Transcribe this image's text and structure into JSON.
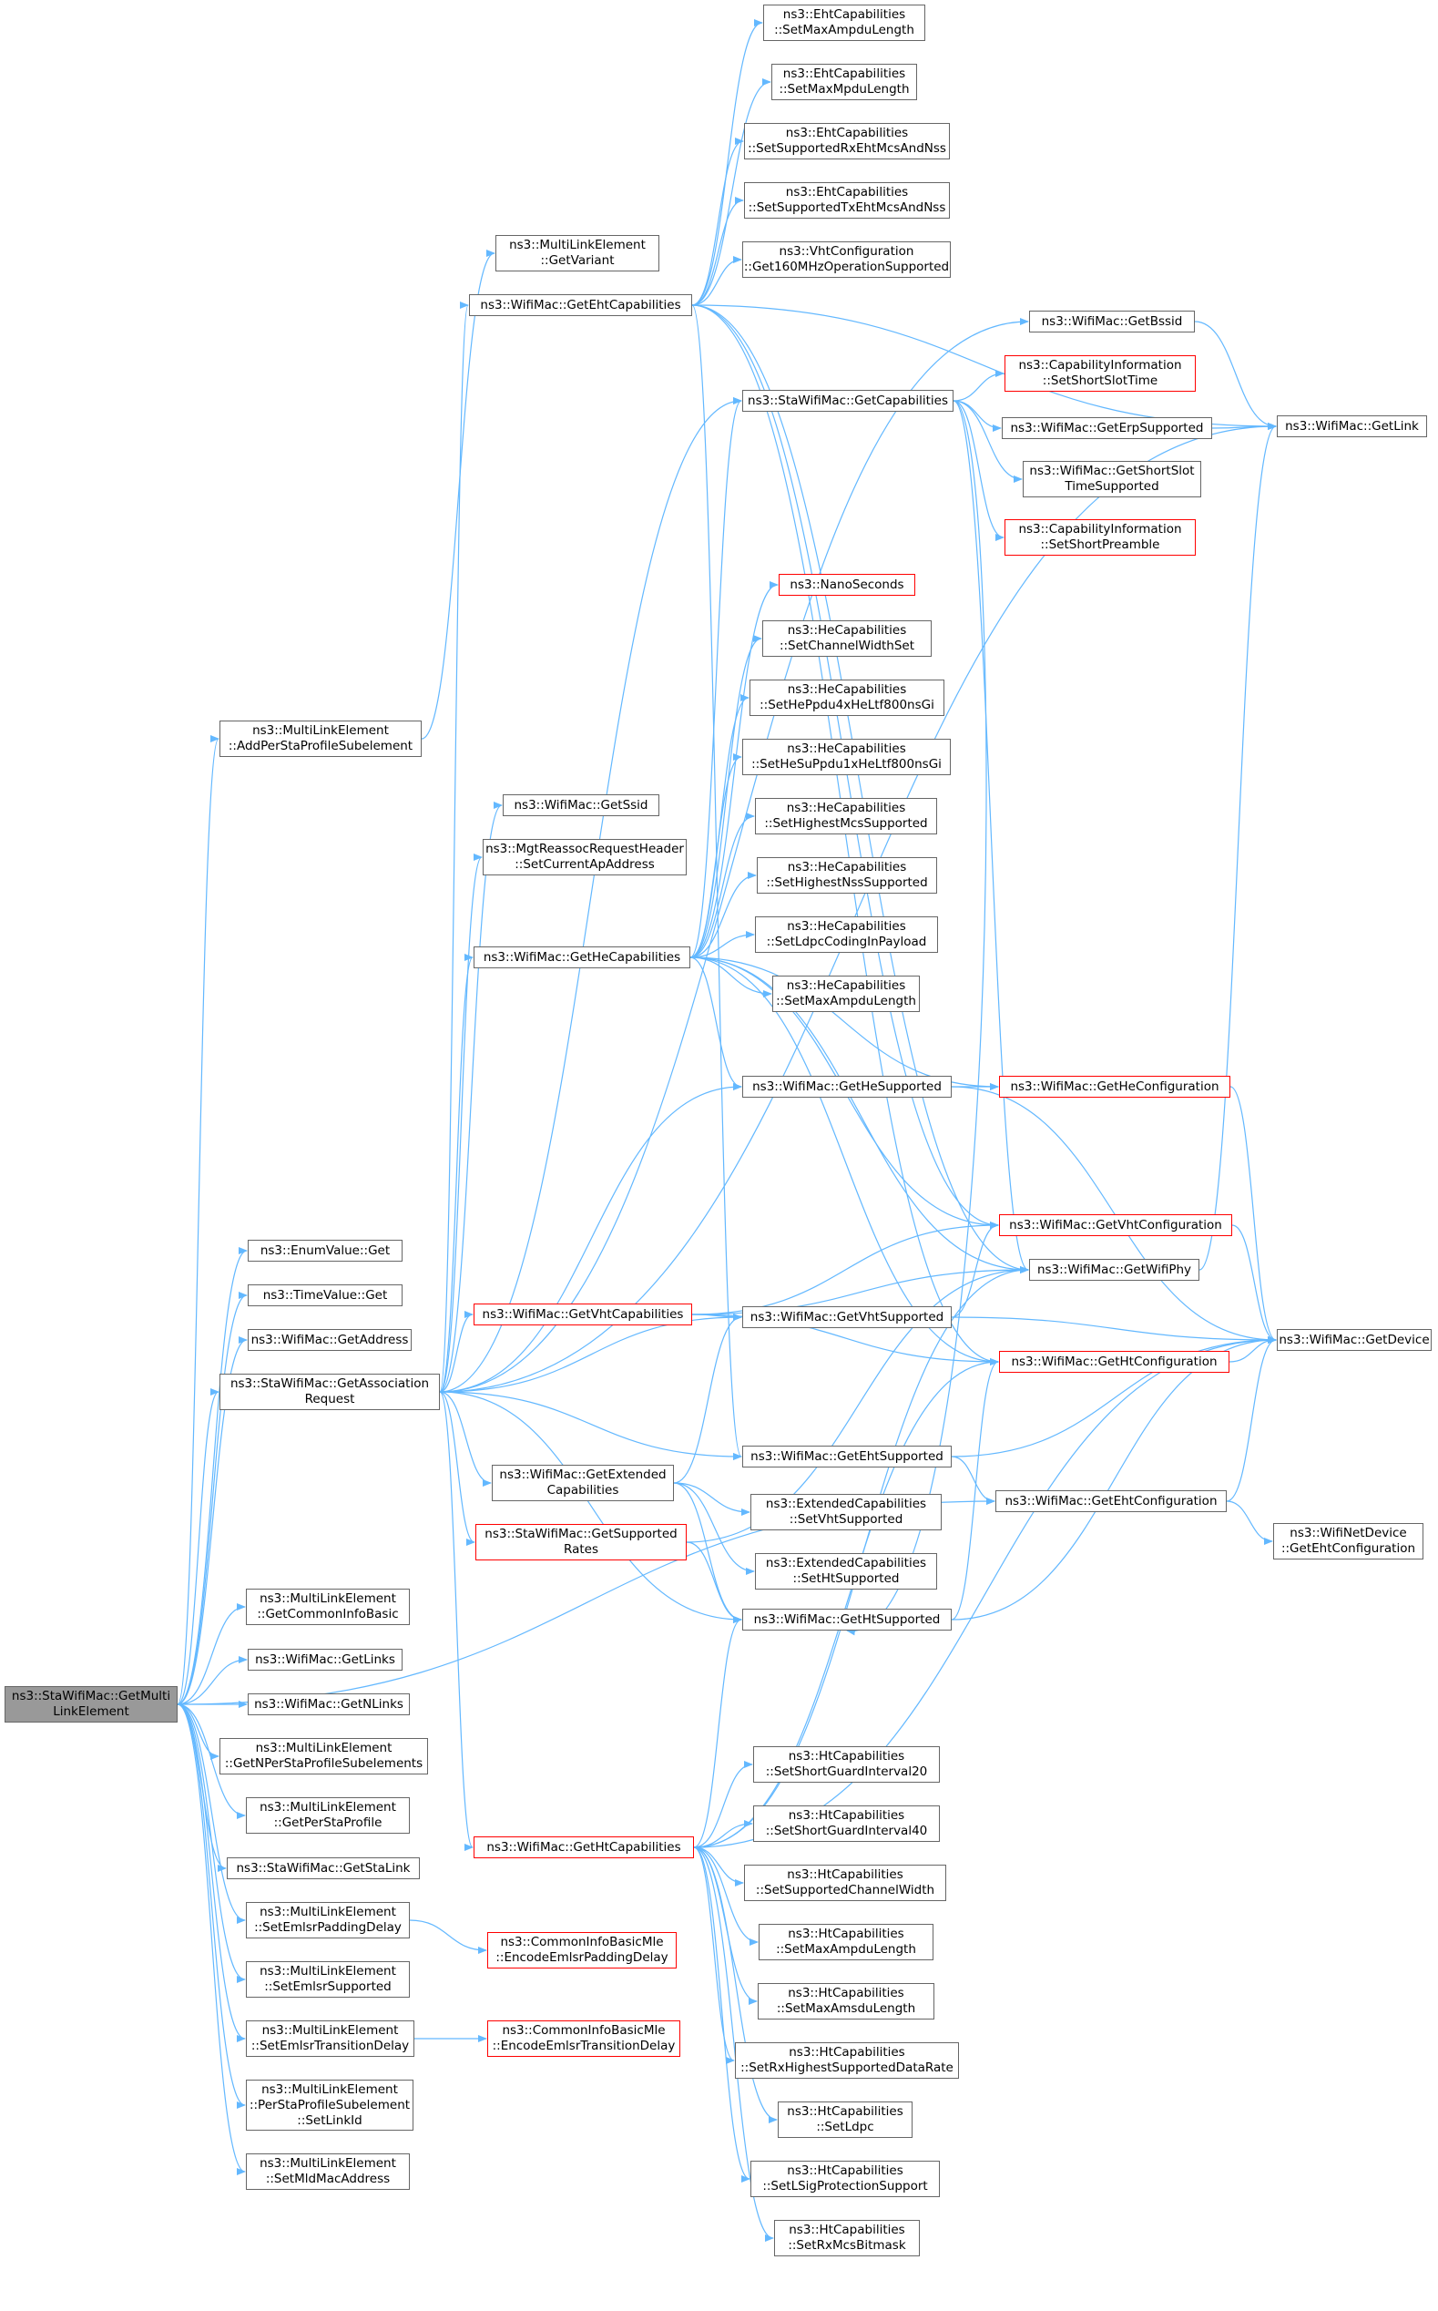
{
  "colors": {
    "edge": "#63b8ff",
    "node_border": "#666666",
    "incomplete_border": "#ff0000",
    "root_fill": "#999999"
  },
  "nodes": [
    {
      "id": "root",
      "label": "ns3::StaWifiMac::GetMulti\nLinkElement",
      "style": "root"
    },
    {
      "id": "AddPerSta",
      "label": "ns3::MultiLinkElement\n::AddPerStaProfileSubelement",
      "style": "normal"
    },
    {
      "id": "GetVariant",
      "label": "ns3::MultiLinkElement\n::GetVariant",
      "style": "normal"
    },
    {
      "id": "EnumGet",
      "label": "ns3::EnumValue::Get",
      "style": "normal"
    },
    {
      "id": "TimeGet",
      "label": "ns3::TimeValue::Get",
      "style": "normal"
    },
    {
      "id": "GetAddress",
      "label": "ns3::WifiMac::GetAddress",
      "style": "normal"
    },
    {
      "id": "GetAssoc",
      "label": "ns3::StaWifiMac::GetAssociation\nRequest",
      "style": "normal"
    },
    {
      "id": "GetCommon",
      "label": "ns3::MultiLinkElement\n::GetCommonInfoBasic",
      "style": "normal"
    },
    {
      "id": "GetLinks",
      "label": "ns3::WifiMac::GetLinks",
      "style": "normal"
    },
    {
      "id": "GetNLinks",
      "label": "ns3::WifiMac::GetNLinks",
      "style": "normal"
    },
    {
      "id": "GetNPerSta",
      "label": "ns3::MultiLinkElement\n::GetNPerStaProfileSubelements",
      "style": "normal"
    },
    {
      "id": "GetPerSta",
      "label": "ns3::MultiLinkElement\n::GetPerStaProfile",
      "style": "normal"
    },
    {
      "id": "GetStaLink",
      "label": "ns3::StaWifiMac::GetStaLink",
      "style": "normal"
    },
    {
      "id": "SetEmlsrPad",
      "label": "ns3::MultiLinkElement\n::SetEmlsrPaddingDelay",
      "style": "normal"
    },
    {
      "id": "SetEmlsrSup",
      "label": "ns3::MultiLinkElement\n::SetEmlsrSupported",
      "style": "normal"
    },
    {
      "id": "SetEmlsrTrans",
      "label": "ns3::MultiLinkElement\n::SetEmlsrTransitionDelay",
      "style": "normal"
    },
    {
      "id": "SetLinkId",
      "label": "ns3::MultiLinkElement\n::PerStaProfileSubelement\n::SetLinkId",
      "style": "normal"
    },
    {
      "id": "SetMld",
      "label": "ns3::MultiLinkElement\n::SetMldMacAddress",
      "style": "normal"
    },
    {
      "id": "EncPad",
      "label": "ns3::CommonInfoBasicMle\n::EncodeEmlsrPaddingDelay",
      "style": "red"
    },
    {
      "id": "EncTrans",
      "label": "ns3::CommonInfoBasicMle\n::EncodeEmlsrTransitionDelay",
      "style": "red"
    },
    {
      "id": "GetEhtCaps",
      "label": "ns3::WifiMac::GetEhtCapabilities",
      "style": "normal"
    },
    {
      "id": "GetSsid",
      "label": "ns3::WifiMac::GetSsid",
      "style": "normal"
    },
    {
      "id": "SetCurAp",
      "label": "ns3::MgtReassocRequestHeader\n::SetCurrentApAddress",
      "style": "normal"
    },
    {
      "id": "GetHeCaps",
      "label": "ns3::WifiMac::GetHeCapabilities",
      "style": "normal"
    },
    {
      "id": "GetVhtCaps",
      "label": "ns3::WifiMac::GetVhtCapabilities",
      "style": "red"
    },
    {
      "id": "GetExtCaps",
      "label": "ns3::WifiMac::GetExtended\nCapabilities",
      "style": "normal"
    },
    {
      "id": "GetSupRates",
      "label": "ns3::StaWifiMac::GetSupported\nRates",
      "style": "red"
    },
    {
      "id": "GetHtCaps",
      "label": "ns3::WifiMac::GetHtCapabilities",
      "style": "red"
    },
    {
      "id": "EhtSetMaxAmpdu",
      "label": "ns3::EhtCapabilities\n::SetMaxAmpduLength",
      "style": "normal"
    },
    {
      "id": "EhtSetMaxMpdu",
      "label": "ns3::EhtCapabilities\n::SetMaxMpduLength",
      "style": "normal"
    },
    {
      "id": "EhtSetRx",
      "label": "ns3::EhtCapabilities\n::SetSupportedRxEhtMcsAndNss",
      "style": "normal"
    },
    {
      "id": "EhtSetTx",
      "label": "ns3::EhtCapabilities\n::SetSupportedTxEhtMcsAndNss",
      "style": "normal"
    },
    {
      "id": "VhtGet160",
      "label": "ns3::VhtConfiguration\n::Get160MHzOperationSupported",
      "style": "normal"
    },
    {
      "id": "GetBssid",
      "label": "ns3::WifiMac::GetBssid",
      "style": "normal"
    },
    {
      "id": "StaGetCaps",
      "label": "ns3::StaWifiMac::GetCapabilities",
      "style": "normal"
    },
    {
      "id": "NanoSec",
      "label": "ns3::NanoSeconds",
      "style": "red"
    },
    {
      "id": "HeSetChW",
      "label": "ns3::HeCapabilities\n::SetChannelWidthSet",
      "style": "normal"
    },
    {
      "id": "HeSetPpdu4x",
      "label": "ns3::HeCapabilities\n::SetHePpdu4xHeLtf800nsGi",
      "style": "normal"
    },
    {
      "id": "HeSetSu1x",
      "label": "ns3::HeCapabilities\n::SetHeSuPpdu1xHeLtf800nsGi",
      "style": "normal"
    },
    {
      "id": "HeSetMcs",
      "label": "ns3::HeCapabilities\n::SetHighestMcsSupported",
      "style": "normal"
    },
    {
      "id": "HeSetNss",
      "label": "ns3::HeCapabilities\n::SetHighestNssSupported",
      "style": "normal"
    },
    {
      "id": "HeSetLdpc",
      "label": "ns3::HeCapabilities\n::SetLdpcCodingInPayload",
      "style": "normal"
    },
    {
      "id": "HeSetMaxAmpdu",
      "label": "ns3::HeCapabilities\n::SetMaxAmpduLength",
      "style": "normal"
    },
    {
      "id": "GetHeSup",
      "label": "ns3::WifiMac::GetHeSupported",
      "style": "normal"
    },
    {
      "id": "GetVhtSup",
      "label": "ns3::WifiMac::GetVhtSupported",
      "style": "normal"
    },
    {
      "id": "GetEhtSup",
      "label": "ns3::WifiMac::GetEhtSupported",
      "style": "normal"
    },
    {
      "id": "ExtSetVht",
      "label": "ns3::ExtendedCapabilities\n::SetVhtSupported",
      "style": "normal"
    },
    {
      "id": "ExtSetHt",
      "label": "ns3::ExtendedCapabilities\n::SetHtSupported",
      "style": "normal"
    },
    {
      "id": "GetHtSup",
      "label": "ns3::WifiMac::GetHtSupported",
      "style": "normal"
    },
    {
      "id": "HtSetSgi20",
      "label": "ns3::HtCapabilities\n::SetShortGuardInterval20",
      "style": "normal"
    },
    {
      "id": "HtSetSgi40",
      "label": "ns3::HtCapabilities\n::SetShortGuardInterval40",
      "style": "normal"
    },
    {
      "id": "HtSetChW",
      "label": "ns3::HtCapabilities\n::SetSupportedChannelWidth",
      "style": "normal"
    },
    {
      "id": "HtSetMaxAmpdu",
      "label": "ns3::HtCapabilities\n::SetMaxAmpduLength",
      "style": "normal"
    },
    {
      "id": "HtSetMaxAmsdu",
      "label": "ns3::HtCapabilities\n::SetMaxAmsduLength",
      "style": "normal"
    },
    {
      "id": "HtSetRxRate",
      "label": "ns3::HtCapabilities\n::SetRxHighestSupportedDataRate",
      "style": "normal"
    },
    {
      "id": "HtSetLdpc",
      "label": "ns3::HtCapabilities\n::SetLdpc",
      "style": "normal"
    },
    {
      "id": "HtSetLsig",
      "label": "ns3::HtCapabilities\n::SetLSigProtectionSupport",
      "style": "normal"
    },
    {
      "id": "HtSetRxMcs",
      "label": "ns3::HtCapabilities\n::SetRxMcsBitmask",
      "style": "normal"
    },
    {
      "id": "CapSetSlot",
      "label": "ns3::CapabilityInformation\n::SetShortSlotTime",
      "style": "red"
    },
    {
      "id": "GetErp",
      "label": "ns3::WifiMac::GetErpSupported",
      "style": "normal"
    },
    {
      "id": "GetShortSlot",
      "label": "ns3::WifiMac::GetShortSlot\nTimeSupported",
      "style": "normal"
    },
    {
      "id": "CapSetPre",
      "label": "ns3::CapabilityInformation\n::SetShortPreamble",
      "style": "red"
    },
    {
      "id": "GetHeConf",
      "label": "ns3::WifiMac::GetHeConfiguration",
      "style": "red"
    },
    {
      "id": "GetVhtConf",
      "label": "ns3::WifiMac::GetVhtConfiguration",
      "style": "red"
    },
    {
      "id": "GetWifiPhy",
      "label": "ns3::WifiMac::GetWifiPhy",
      "style": "normal"
    },
    {
      "id": "GetHtConf",
      "label": "ns3::WifiMac::GetHtConfiguration",
      "style": "red"
    },
    {
      "id": "GetEhtConf",
      "label": "ns3::WifiMac::GetEhtConfiguration",
      "style": "normal"
    },
    {
      "id": "GetLink",
      "label": "ns3::WifiMac::GetLink",
      "style": "normal"
    },
    {
      "id": "GetDevice",
      "label": "ns3::WifiMac::GetDevice",
      "style": "normal"
    },
    {
      "id": "NetDevGetEht",
      "label": "ns3::WifiNetDevice\n::GetEhtConfiguration",
      "style": "normal"
    }
  ],
  "edges": [
    [
      "root",
      "AddPerSta"
    ],
    [
      "root",
      "EnumGet"
    ],
    [
      "root",
      "TimeGet"
    ],
    [
      "root",
      "GetAddress"
    ],
    [
      "root",
      "GetAssoc"
    ],
    [
      "root",
      "GetCommon"
    ],
    [
      "root",
      "GetLinks"
    ],
    [
      "root",
      "GetNLinks"
    ],
    [
      "root",
      "GetNPerSta"
    ],
    [
      "root",
      "GetPerSta"
    ],
    [
      "root",
      "GetStaLink"
    ],
    [
      "root",
      "SetEmlsrPad"
    ],
    [
      "root",
      "SetEmlsrSup"
    ],
    [
      "root",
      "SetEmlsrTrans"
    ],
    [
      "root",
      "SetLinkId"
    ],
    [
      "root",
      "SetMld"
    ],
    [
      "root",
      "GetEhtConf"
    ],
    [
      "AddPerSta",
      "GetVariant"
    ],
    [
      "SetEmlsrPad",
      "EncPad"
    ],
    [
      "SetEmlsrTrans",
      "EncTrans"
    ],
    [
      "GetAssoc",
      "GetEhtCaps"
    ],
    [
      "GetAssoc",
      "GetSsid"
    ],
    [
      "GetAssoc",
      "SetCurAp"
    ],
    [
      "GetAssoc",
      "GetHeCaps"
    ],
    [
      "GetAssoc",
      "GetVhtCaps"
    ],
    [
      "GetAssoc",
      "GetExtCaps"
    ],
    [
      "GetAssoc",
      "GetSupRates"
    ],
    [
      "GetAssoc",
      "GetHtCaps"
    ],
    [
      "GetAssoc",
      "StaGetCaps"
    ],
    [
      "GetAssoc",
      "GetBssid"
    ],
    [
      "GetAssoc",
      "GetLink"
    ],
    [
      "GetAssoc",
      "GetHeSup"
    ],
    [
      "GetAssoc",
      "GetVhtSup"
    ],
    [
      "GetAssoc",
      "GetEhtSup"
    ],
    [
      "GetAssoc",
      "GetHtSup"
    ],
    [
      "GetEhtCaps",
      "EhtSetMaxAmpdu"
    ],
    [
      "GetEhtCaps",
      "EhtSetMaxMpdu"
    ],
    [
      "GetEhtCaps",
      "EhtSetRx"
    ],
    [
      "GetEhtCaps",
      "EhtSetTx"
    ],
    [
      "GetEhtCaps",
      "VhtGet160"
    ],
    [
      "GetEhtCaps",
      "GetLink"
    ],
    [
      "GetEhtCaps",
      "GetVhtConf"
    ],
    [
      "GetEhtCaps",
      "GetWifiPhy"
    ],
    [
      "GetEhtCaps",
      "GetHtConf"
    ],
    [
      "GetEhtCaps",
      "GetEhtSup"
    ],
    [
      "StaGetCaps",
      "CapSetSlot"
    ],
    [
      "StaGetCaps",
      "GetErp"
    ],
    [
      "StaGetCaps",
      "GetShortSlot"
    ],
    [
      "StaGetCaps",
      "CapSetPre"
    ],
    [
      "StaGetCaps",
      "GetHtSup"
    ],
    [
      "StaGetCaps",
      "GetWifiPhy"
    ],
    [
      "GetErp",
      "GetLink"
    ],
    [
      "GetBssid",
      "GetLink"
    ],
    [
      "GetHeCaps",
      "NanoSec"
    ],
    [
      "GetHeCaps",
      "HeSetChW"
    ],
    [
      "GetHeCaps",
      "HeSetPpdu4x"
    ],
    [
      "GetHeCaps",
      "HeSetSu1x"
    ],
    [
      "GetHeCaps",
      "HeSetMcs"
    ],
    [
      "GetHeCaps",
      "HeSetNss"
    ],
    [
      "GetHeCaps",
      "HeSetLdpc"
    ],
    [
      "GetHeCaps",
      "HeSetMaxAmpdu"
    ],
    [
      "GetHeCaps",
      "GetHeSup"
    ],
    [
      "GetHeCaps",
      "GetHeConf"
    ],
    [
      "GetHeCaps",
      "GetVhtConf"
    ],
    [
      "GetHeCaps",
      "GetHtConf"
    ],
    [
      "GetHeCaps",
      "GetWifiPhy"
    ],
    [
      "GetHeCaps",
      "StaGetCaps"
    ],
    [
      "GetHeSup",
      "GetHeConf"
    ],
    [
      "GetHeSup",
      "GetDevice"
    ],
    [
      "GetHeConf",
      "GetDevice"
    ],
    [
      "GetVhtConf",
      "GetDevice"
    ],
    [
      "GetHtConf",
      "GetDevice"
    ],
    [
      "GetWifiPhy",
      "GetLink"
    ],
    [
      "GetVhtCaps",
      "GetVhtSup"
    ],
    [
      "GetVhtCaps",
      "GetVhtConf"
    ],
    [
      "GetVhtCaps",
      "GetWifiPhy"
    ],
    [
      "GetVhtCaps",
      "GetHtConf"
    ],
    [
      "GetVhtSup",
      "GetVhtConf"
    ],
    [
      "GetVhtSup",
      "GetDevice"
    ],
    [
      "GetExtCaps",
      "ExtSetVht"
    ],
    [
      "GetExtCaps",
      "ExtSetHt"
    ],
    [
      "GetExtCaps",
      "GetVhtSup"
    ],
    [
      "GetExtCaps",
      "GetHtSup"
    ],
    [
      "GetSupRates",
      "GetHtSup"
    ],
    [
      "GetSupRates",
      "GetWifiPhy"
    ],
    [
      "GetEhtSup",
      "GetEhtConf"
    ],
    [
      "GetEhtSup",
      "GetDevice"
    ],
    [
      "GetEhtConf",
      "NetDevGetEht"
    ],
    [
      "GetEhtConf",
      "GetDevice"
    ],
    [
      "GetHtSup",
      "GetHtConf"
    ],
    [
      "GetHtSup",
      "GetDevice"
    ],
    [
      "GetHtCaps",
      "HtSetSgi20"
    ],
    [
      "GetHtCaps",
      "HtSetSgi40"
    ],
    [
      "GetHtCaps",
      "HtSetChW"
    ],
    [
      "GetHtCaps",
      "HtSetMaxAmpdu"
    ],
    [
      "GetHtCaps",
      "HtSetMaxAmsdu"
    ],
    [
      "GetHtCaps",
      "HtSetRxRate"
    ],
    [
      "GetHtCaps",
      "HtSetLdpc"
    ],
    [
      "GetHtCaps",
      "HtSetLsig"
    ],
    [
      "GetHtCaps",
      "HtSetRxMcs"
    ],
    [
      "GetHtCaps",
      "GetHtSup"
    ],
    [
      "GetHtCaps",
      "GetHtConf"
    ],
    [
      "GetHtCaps",
      "GetWifiPhy"
    ],
    [
      "GetHtCaps",
      "GetDevice"
    ]
  ]
}
